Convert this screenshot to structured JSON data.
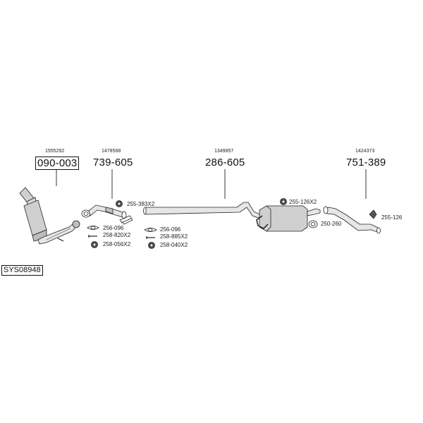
{
  "diagram": {
    "system_code": "SYS08948",
    "parts": [
      {
        "id": "p1",
        "oe": "1555292",
        "part_number": "090-003",
        "boxed": true
      },
      {
        "id": "p2",
        "oe": "1478568",
        "part_number": "739-605",
        "boxed": false
      },
      {
        "id": "p3",
        "oe": "1349857",
        "part_number": "286-605",
        "boxed": false
      },
      {
        "id": "p4",
        "oe": "1424373",
        "part_number": "751-389",
        "boxed": false
      }
    ],
    "hardware": {
      "h_255_383": "255-383X2",
      "h_256_096_a": "256-096",
      "h_258_820": "258-820X2",
      "h_258_056": "258-056X2",
      "h_256_096_b": "256-096",
      "h_258_885": "258-885X2",
      "h_258_040": "258-040X2",
      "h_255_126x2": "255-126X2",
      "h_250_260": "250-260",
      "h_255_126": "255-126"
    }
  },
  "colors": {
    "line": "#222222",
    "pipe_fill": "#e6e6e6",
    "shell_fill": "#cfcfcf",
    "dark": "#555555"
  }
}
